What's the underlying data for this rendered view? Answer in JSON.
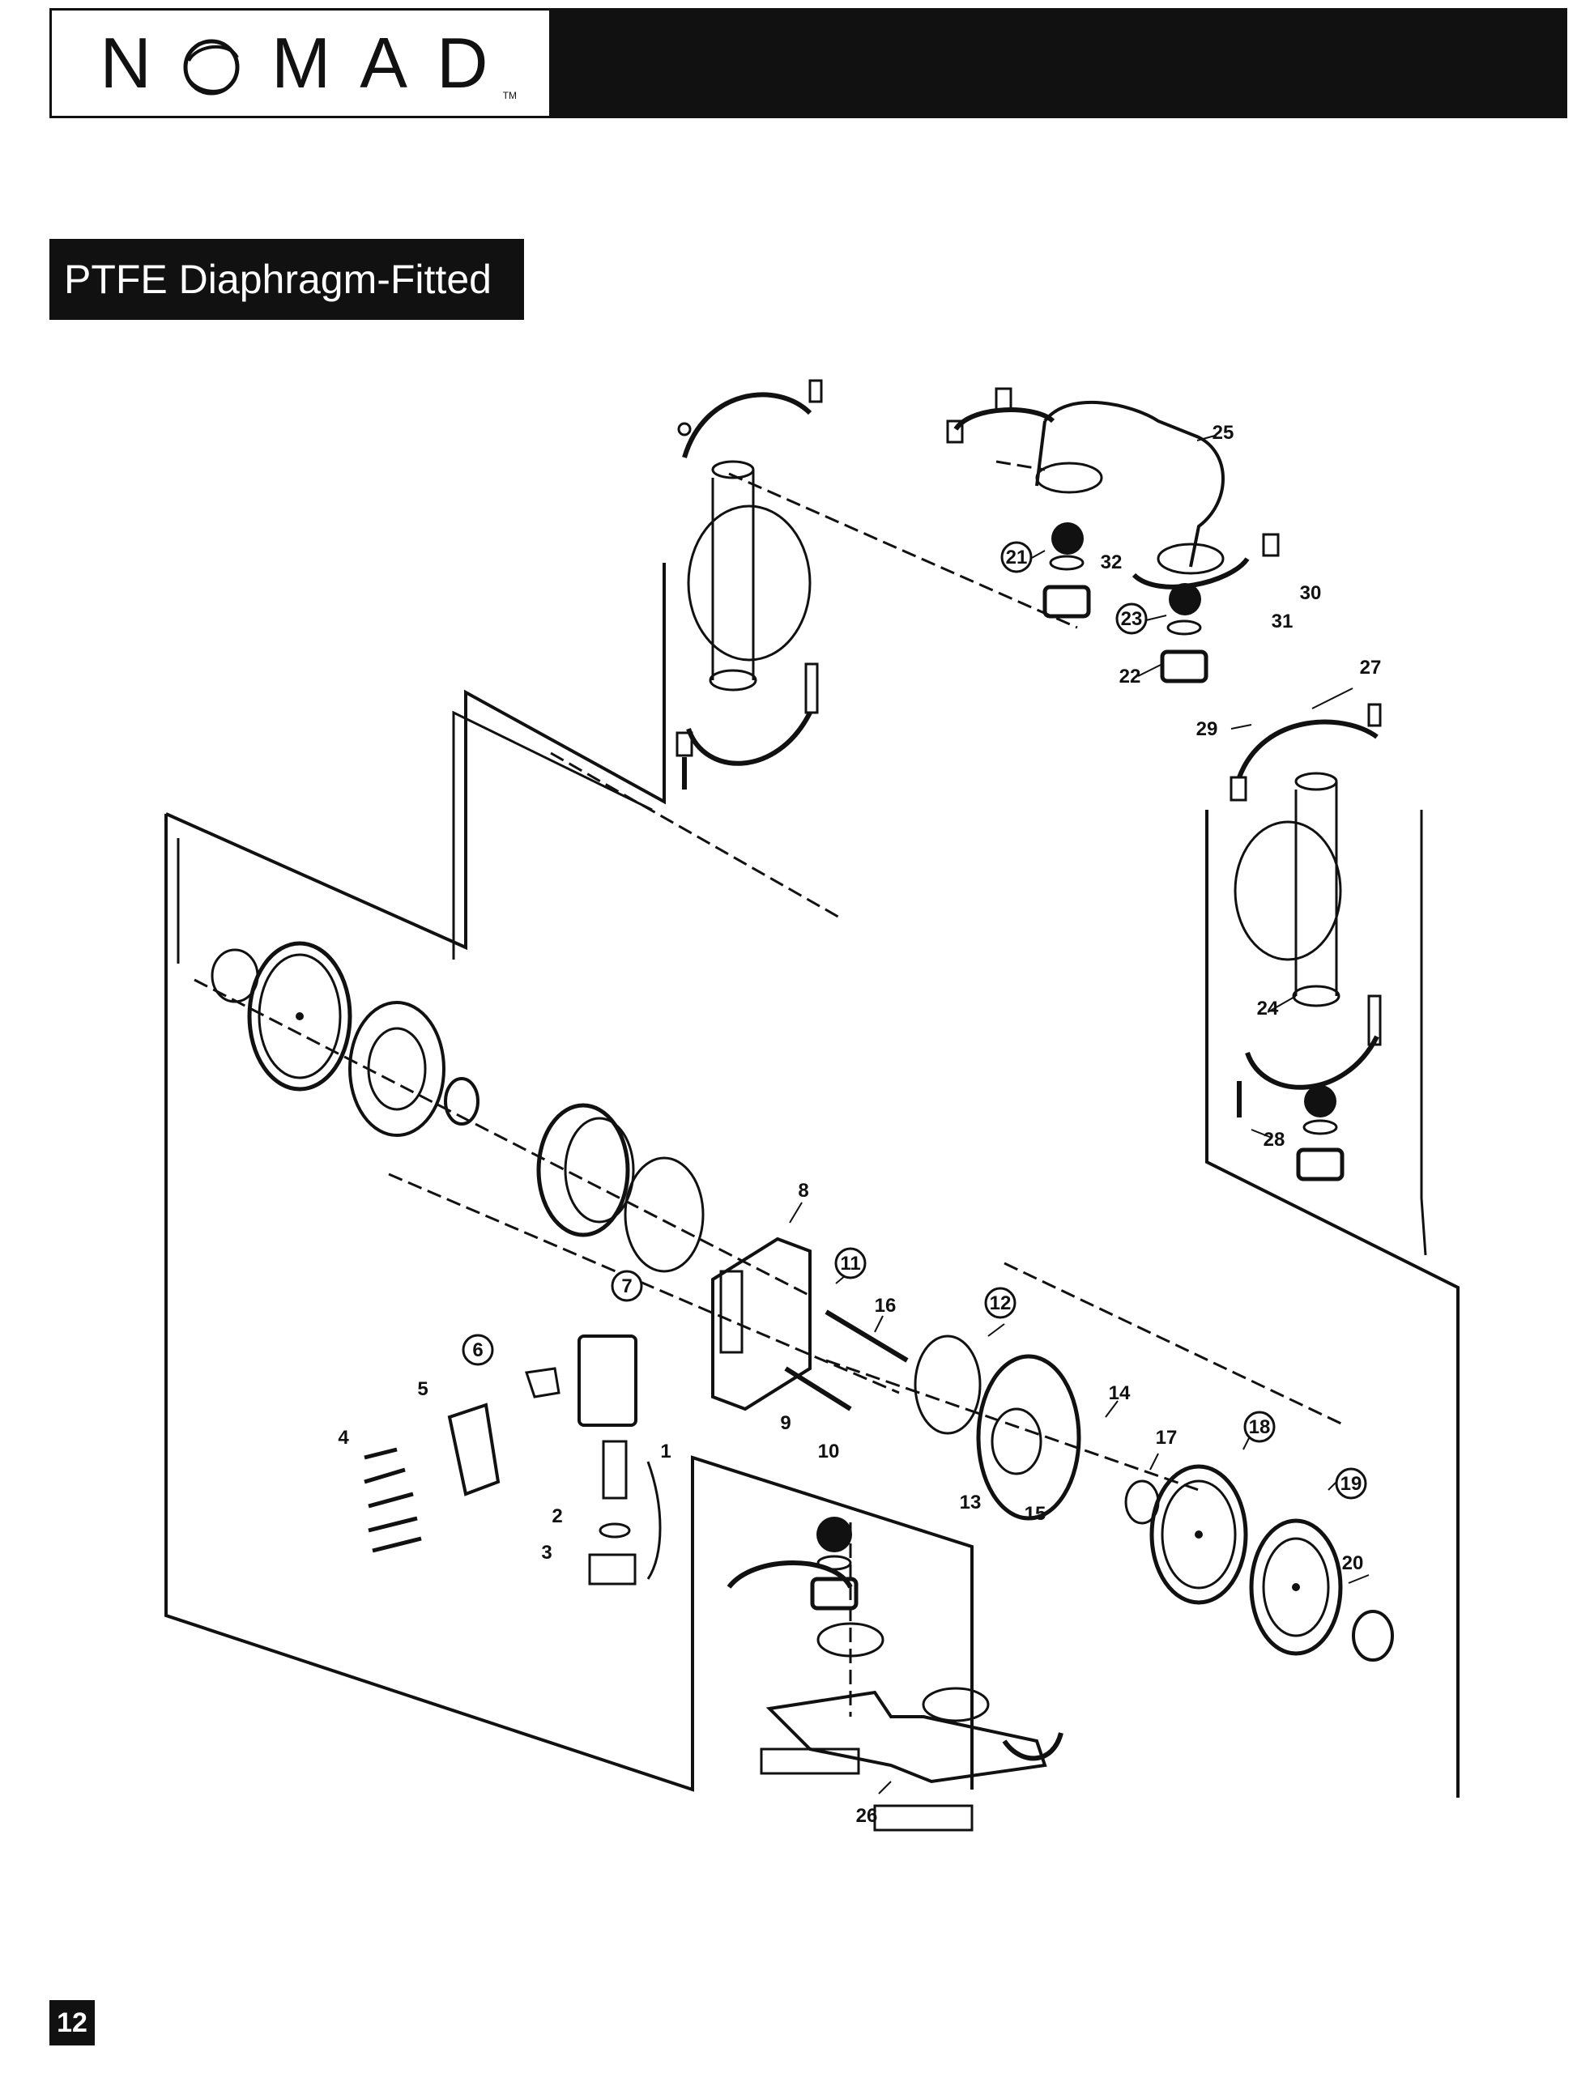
{
  "header": {
    "brand": "NOMAD",
    "tm": "TM"
  },
  "section_title": "PTFE Diaphragm-Fitted",
  "callouts": [
    "1",
    "2",
    "3",
    "4",
    "5",
    "6",
    "7",
    "8",
    "9",
    "10",
    "11",
    "12",
    "13",
    "14",
    "15",
    "16",
    "17",
    "18",
    "19",
    "20",
    "21",
    "22",
    "23",
    "24",
    "25",
    "26",
    "27",
    "28",
    "29",
    "30",
    "31",
    "32"
  ],
  "page_number": "12"
}
